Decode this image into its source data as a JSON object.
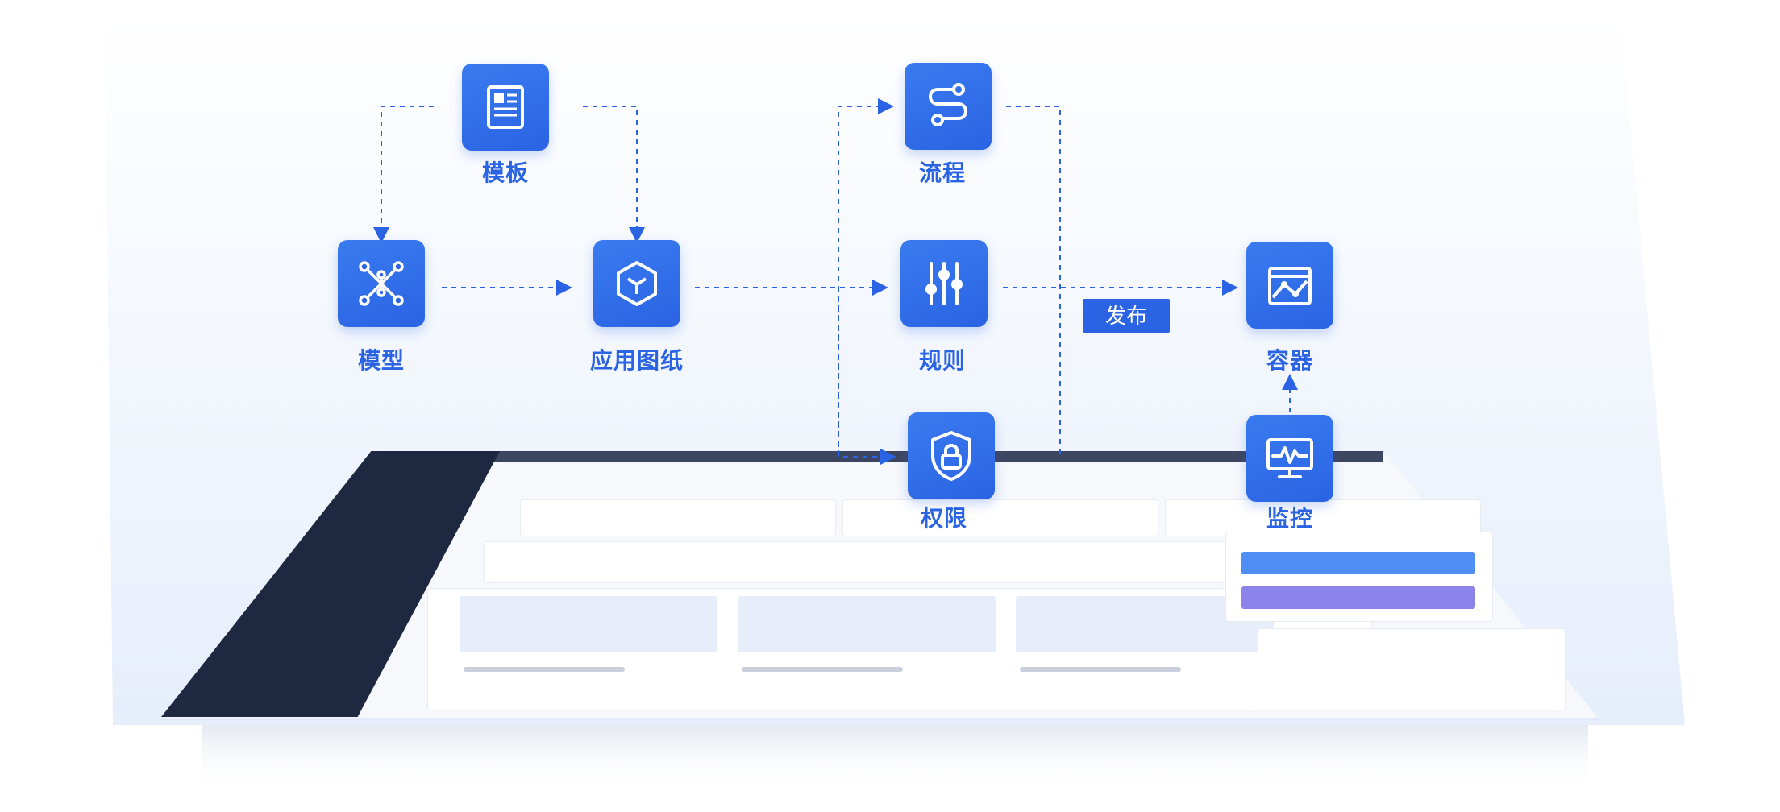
{
  "nodes": {
    "template": {
      "label": "模板",
      "icon": "document-icon"
    },
    "model": {
      "label": "模型",
      "icon": "network-nodes-icon"
    },
    "blueprint": {
      "label": "应用图纸",
      "icon": "cube-icon"
    },
    "process": {
      "label": "流程",
      "icon": "process-path-icon"
    },
    "rules": {
      "label": "规则",
      "icon": "sliders-icon"
    },
    "permission": {
      "label": "权限",
      "icon": "shield-lock-icon"
    },
    "container": {
      "label": "容器",
      "icon": "container-box-icon"
    },
    "monitor": {
      "label": "监控",
      "icon": "monitor-pulse-icon"
    }
  },
  "edges": {
    "publish_label": "发布"
  },
  "colors": {
    "accent": "#2a63e3",
    "dashboard_sidebar": "#1e2840",
    "arrow": "#2a63e3"
  }
}
